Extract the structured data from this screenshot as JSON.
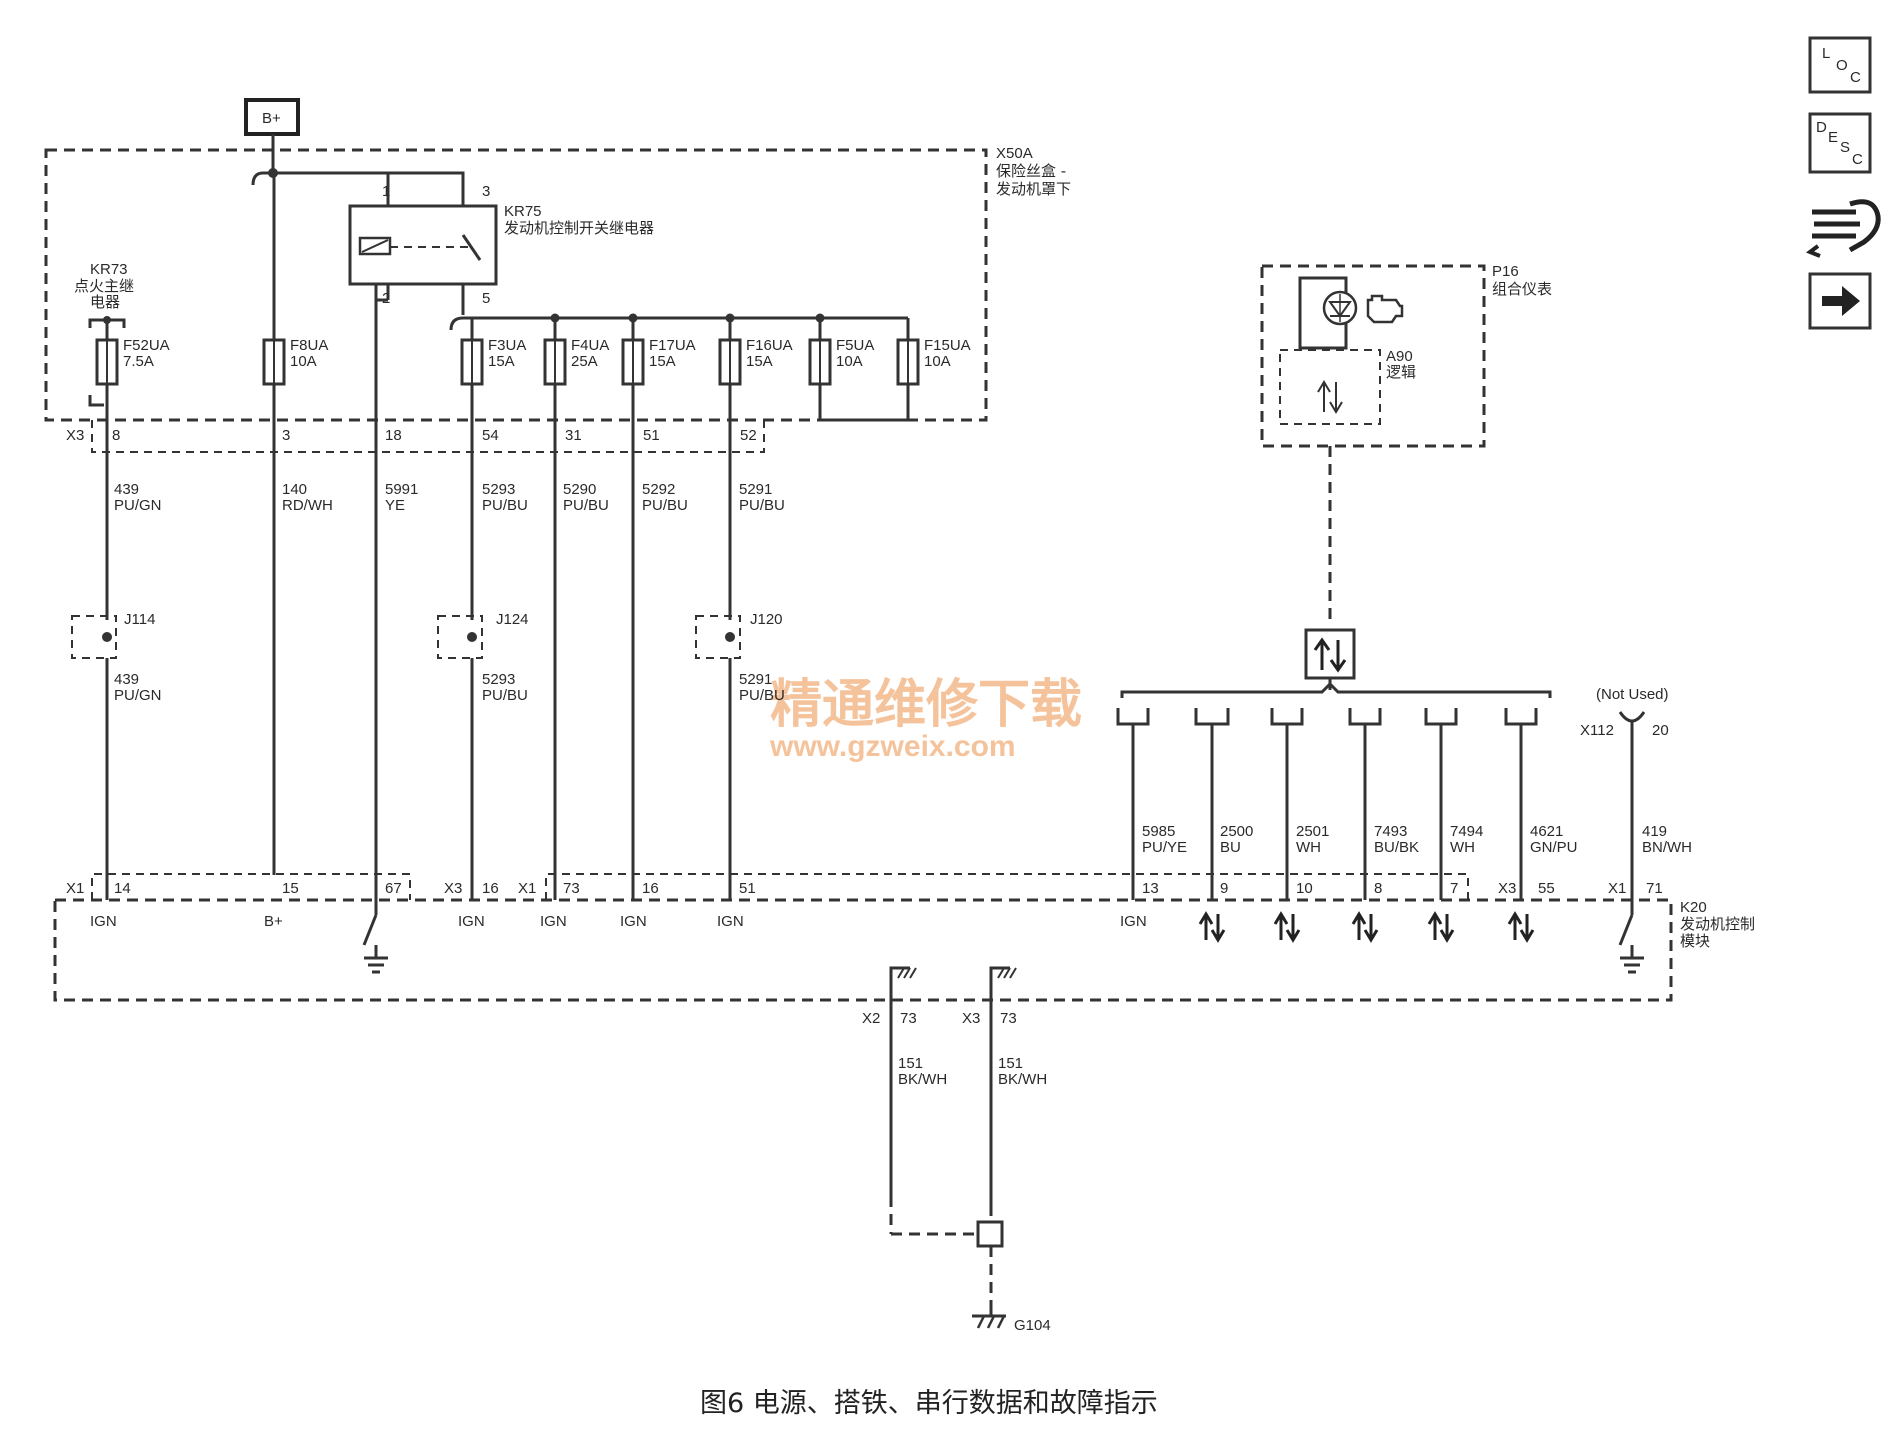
{
  "b_plus": "B+",
  "fusebox": {
    "id": "X50A",
    "name_line1": "保险丝盒 -",
    "name_line2": "发动机罩下"
  },
  "relay_kr75": {
    "id": "KR75",
    "name": "发动机控制开关继电器",
    "pins": [
      "1",
      "3",
      "2",
      "5"
    ]
  },
  "relay_kr73": {
    "id": "KR73",
    "name_line1": "点火主继",
    "name_line2": "电器"
  },
  "fuses": [
    {
      "id": "F52UA",
      "rating": "7.5A"
    },
    {
      "id": "F8UA",
      "rating": "10A"
    },
    {
      "id": "F3UA",
      "rating": "15A"
    },
    {
      "id": "F4UA",
      "rating": "25A"
    },
    {
      "id": "F17UA",
      "rating": "15A"
    },
    {
      "id": "F16UA",
      "rating": "15A"
    },
    {
      "id": "F5UA",
      "rating": "10A"
    },
    {
      "id": "F15UA",
      "rating": "10A"
    }
  ],
  "x3_top": {
    "connector": "X3",
    "pins": [
      "8",
      "3",
      "18",
      "54",
      "31",
      "51",
      "52"
    ]
  },
  "wires_top": [
    {
      "circuit": "439",
      "color": "PU/GN"
    },
    {
      "circuit": "140",
      "color": "RD/WH"
    },
    {
      "circuit": "5991",
      "color": "YE"
    },
    {
      "circuit": "5293",
      "color": "PU/BU"
    },
    {
      "circuit": "5290",
      "color": "PU/BU"
    },
    {
      "circuit": "5292",
      "color": "PU/BU"
    },
    {
      "circuit": "5291",
      "color": "PU/BU"
    }
  ],
  "splices": [
    {
      "id": "J114",
      "circuit": "439",
      "color": "PU/GN"
    },
    {
      "id": "J124",
      "circuit": "5293",
      "color": "PU/BU"
    },
    {
      "id": "J120",
      "circuit": "5291",
      "color": "PU/BU"
    }
  ],
  "p16": {
    "id": "P16",
    "name": "组合仪表"
  },
  "a90": {
    "id": "A90",
    "name": "逻辑"
  },
  "serial_wires": [
    {
      "circuit": "5985",
      "color": "PU/YE"
    },
    {
      "circuit": "2500",
      "color": "BU"
    },
    {
      "circuit": "2501",
      "color": "WH"
    },
    {
      "circuit": "7493",
      "color": "BU/BK"
    },
    {
      "circuit": "7494",
      "color": "WH"
    },
    {
      "circuit": "4621",
      "color": "GN/PU"
    },
    {
      "circuit": "419",
      "color": "BN/WH"
    }
  ],
  "x112": {
    "connector": "X112",
    "pin": "20",
    "note": "(Not Used)"
  },
  "k20": {
    "id": "K20",
    "name_line1": "发动机控制",
    "name_line2": "模块"
  },
  "bottom_pins": {
    "x1_a": "X1",
    "p14": "14",
    "p15": "15",
    "p67": "67",
    "x3_a": "X3",
    "p16": "16",
    "x1_b": "X1",
    "p73": "73",
    "p16b": "16",
    "p51": "51",
    "p13": "13",
    "p9": "9",
    "p10": "10",
    "p8": "8",
    "p7": "7",
    "x3_b": "X3",
    "p55": "55",
    "x1_c": "X1",
    "p71": "71"
  },
  "pin_funcs": {
    "ign": "IGN",
    "bplus": "B+"
  },
  "ground": {
    "x2": "X2",
    "x2_pin": "73",
    "x3": "X3",
    "x3_pin": "73",
    "circuit": "151",
    "color": "BK/WH",
    "g104": "G104"
  },
  "side_buttons": [
    {
      "icon": "loc-icon",
      "letters": [
        "L",
        "O",
        "C"
      ]
    },
    {
      "icon": "desc-icon",
      "letters": [
        "D",
        "E",
        "S",
        "C"
      ]
    },
    {
      "icon": "hand-arrows-icon"
    },
    {
      "icon": "arrow-right-icon"
    }
  ],
  "watermark": {
    "line1": "精通维修下载",
    "line2": "www.gzweix.com"
  },
  "caption": "图6   电源、搭铁、串行数据和故障指示"
}
